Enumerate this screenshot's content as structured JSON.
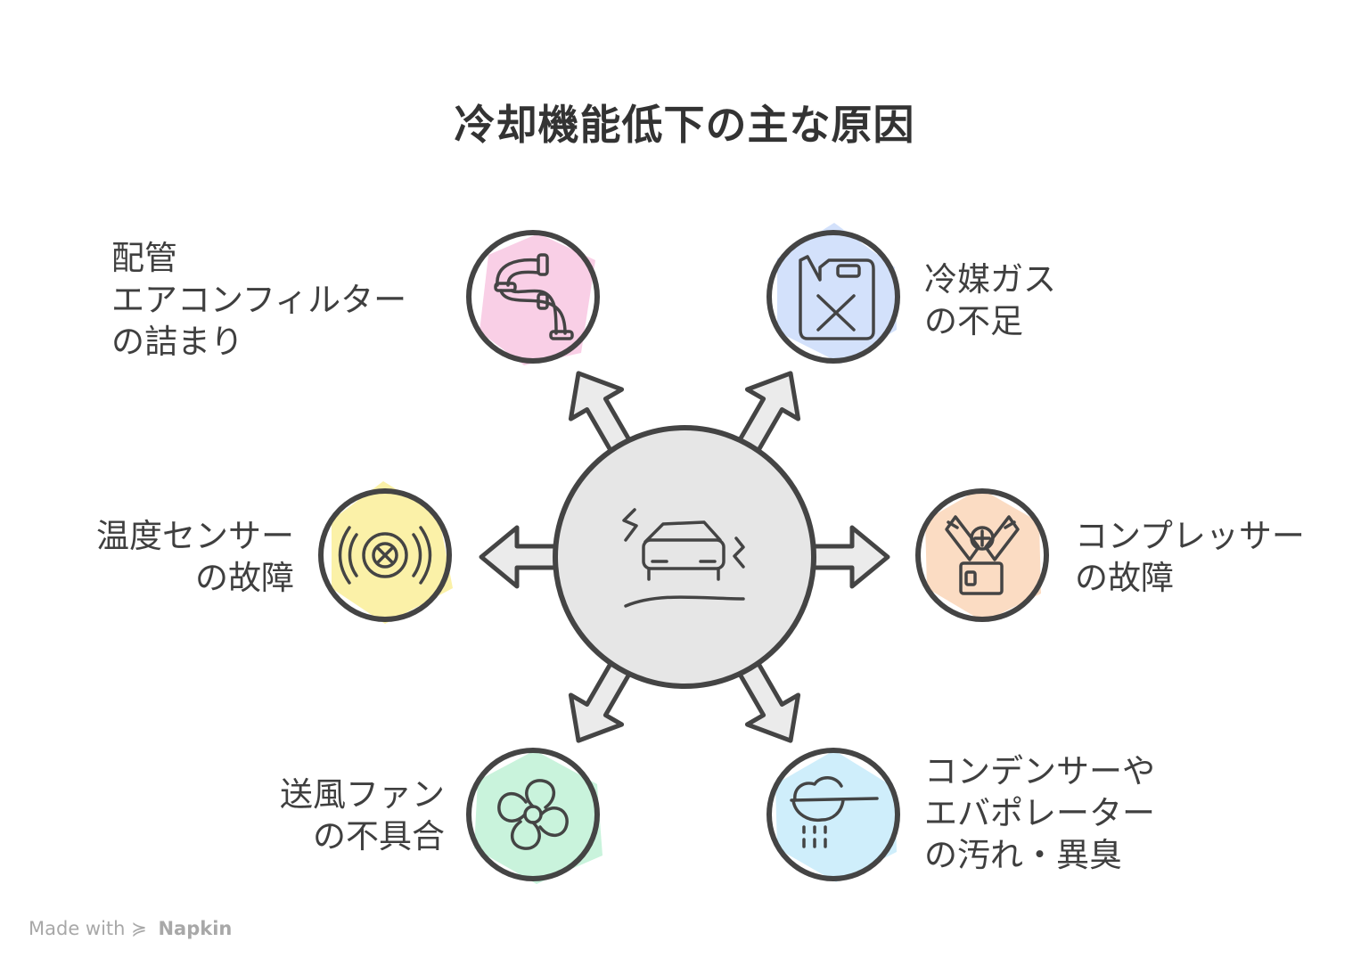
{
  "title": "冷却機能低下の主な原因",
  "center": {
    "icon": "broken-car-icon",
    "fill": "#e6e6e6"
  },
  "causes": [
    {
      "id": "pipe",
      "lines": [
        "配管",
        "エアコンフィルター",
        "の詰まり"
      ],
      "icon": "pipe-icon",
      "color": "#f9cfe6"
    },
    {
      "id": "gas",
      "lines": [
        "冷媒ガス",
        "の不足"
      ],
      "icon": "gas-can-icon",
      "color": "#d3e1fb"
    },
    {
      "id": "sensor",
      "lines": [
        "温度センサー",
        "の故障"
      ],
      "icon": "sensor-icon",
      "color": "#fbf1a8"
    },
    {
      "id": "compressor",
      "lines": [
        "コンプレッサー",
        "の故障"
      ],
      "icon": "engine-icon",
      "color": "#fbdcc3"
    },
    {
      "id": "fan",
      "lines": [
        "送風ファン",
        "の不具合"
      ],
      "icon": "fan-icon",
      "color": "#c9f3dc"
    },
    {
      "id": "condenser",
      "lines": [
        "コンデンサーや",
        "エバポレーター",
        "の汚れ・異臭"
      ],
      "icon": "rain-cloud-icon",
      "color": "#cfeefb"
    }
  ],
  "watermark": {
    "prefix": "Made with",
    "brand": "Napkin"
  }
}
